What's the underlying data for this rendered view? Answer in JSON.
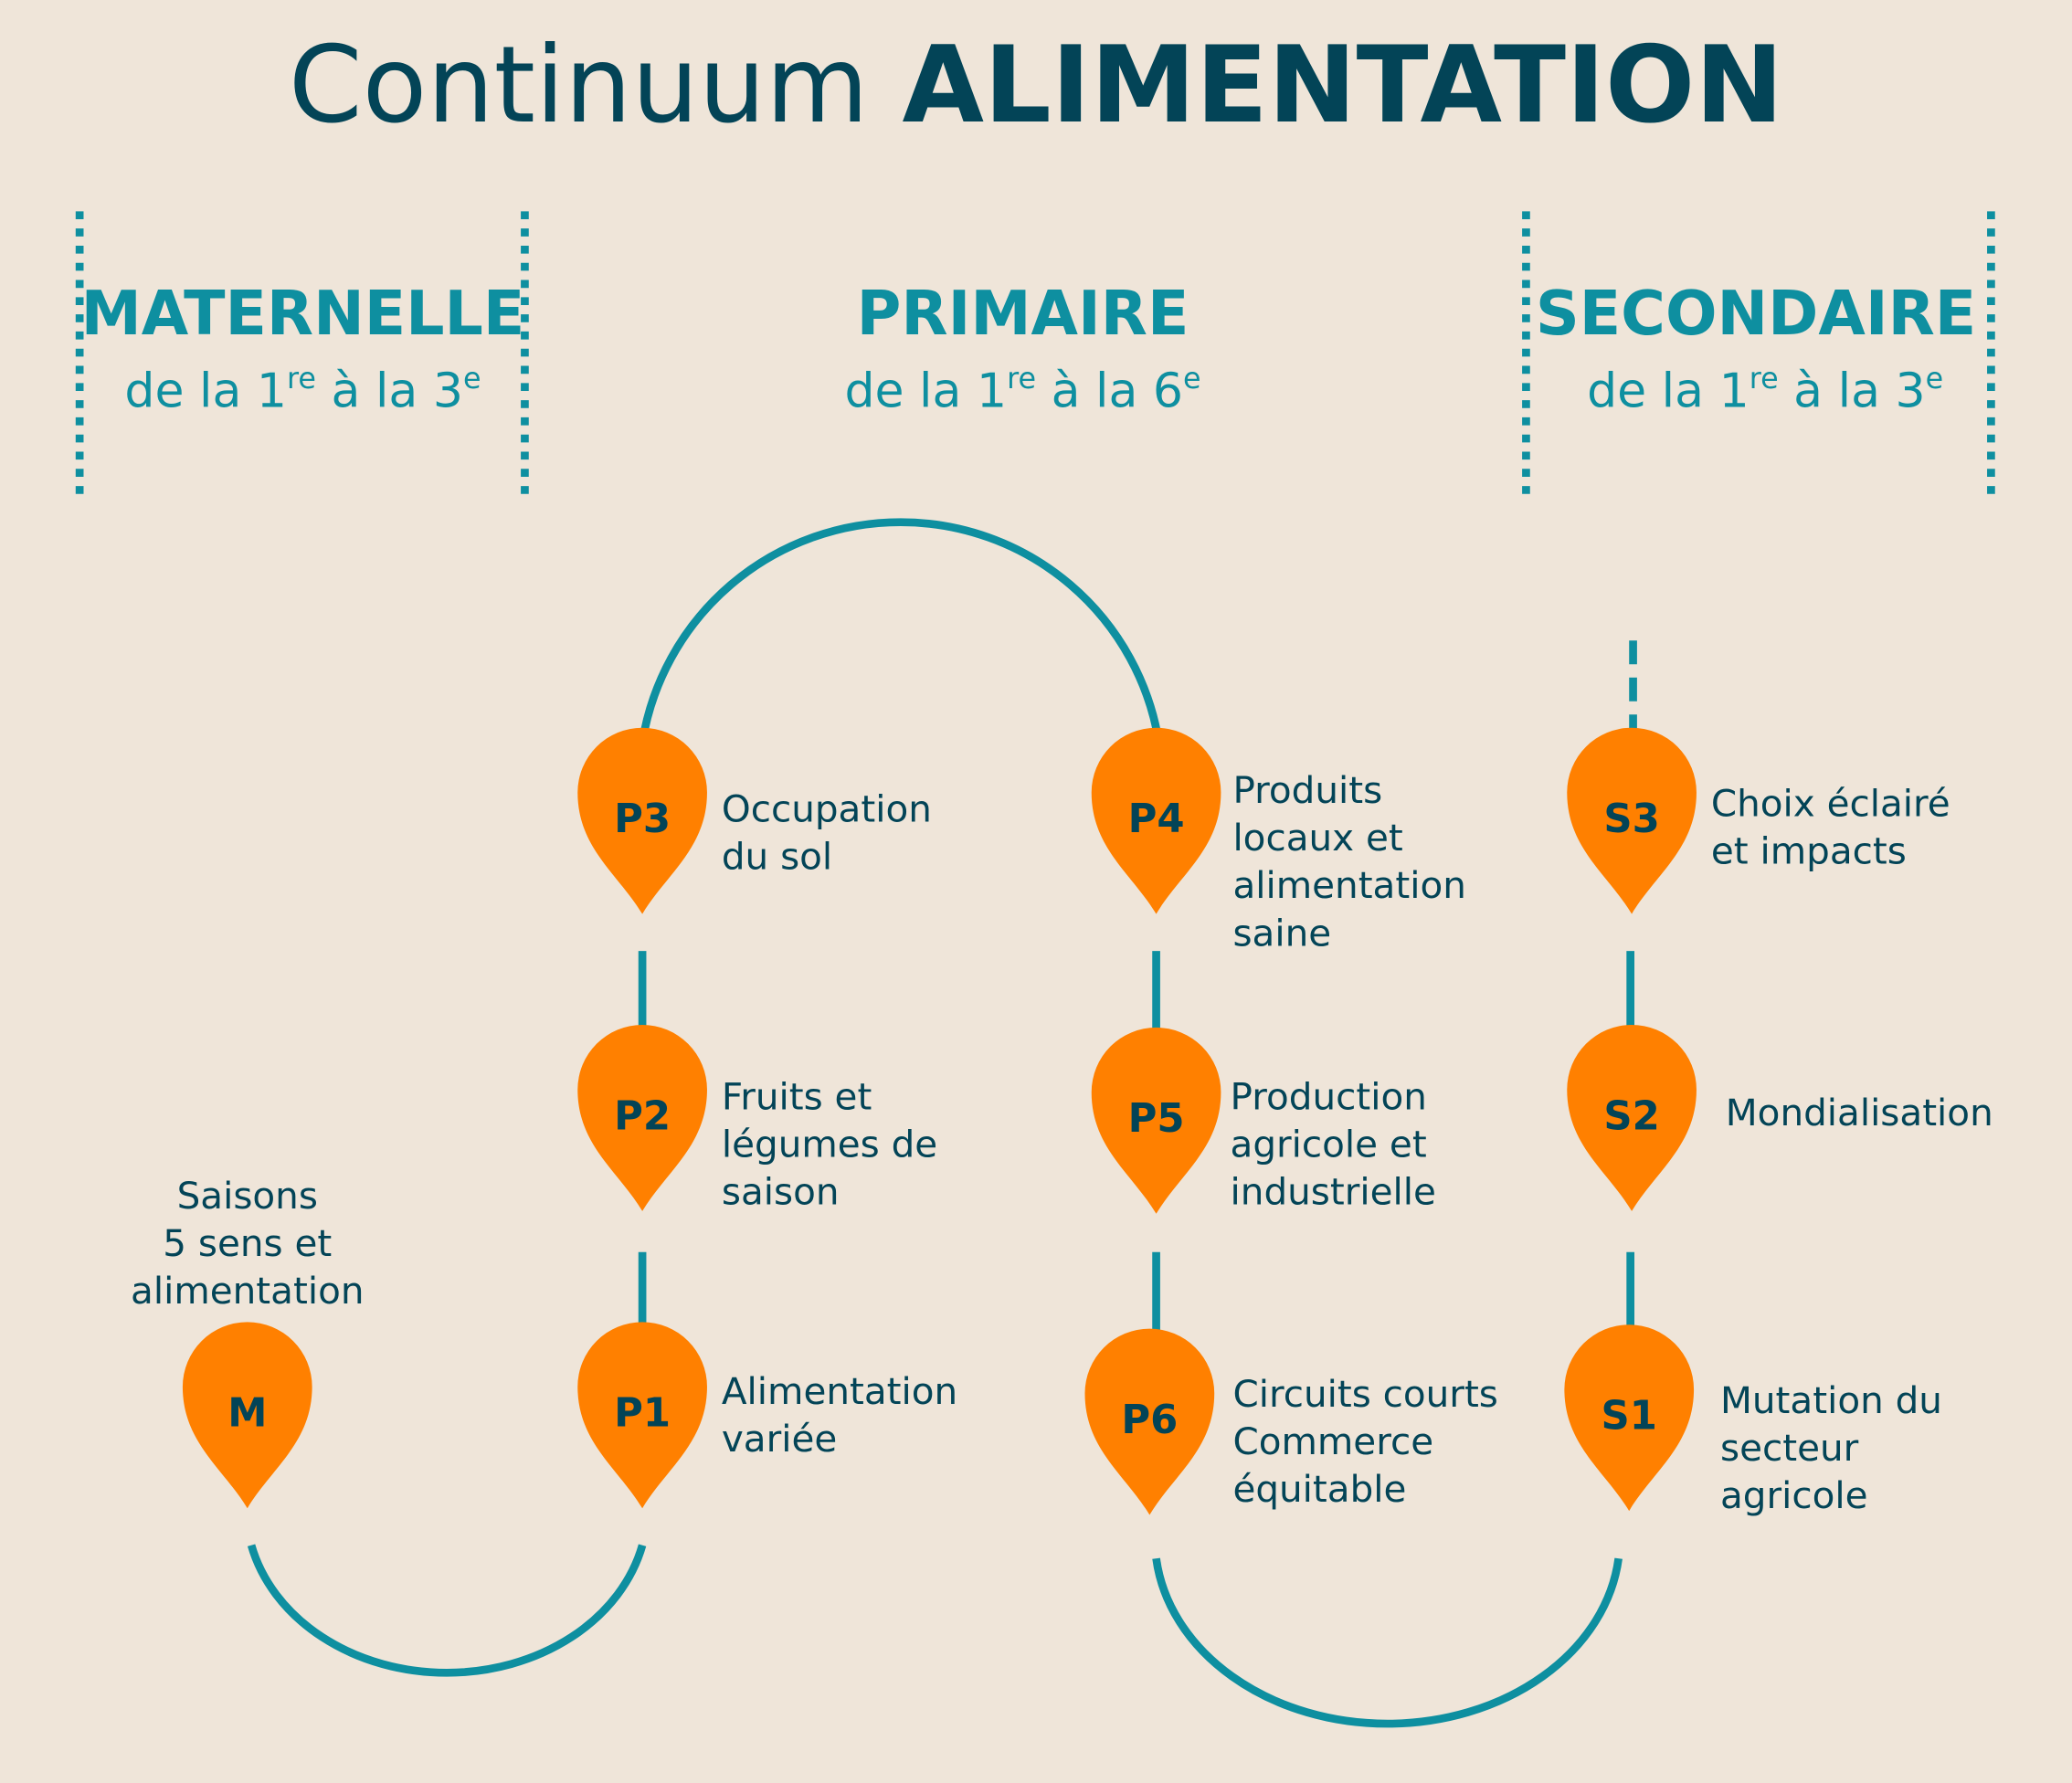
{
  "title": {
    "regular": "Continuum ",
    "bold": "ALIMENTATION"
  },
  "levels": [
    {
      "name": "MATERNELLE",
      "pre": "de la 1",
      "sup1": "re",
      "mid": " à la 3",
      "sup2": "e"
    },
    {
      "name": "PRIMAIRE",
      "pre": "de la 1",
      "sup1": "re",
      "mid": " à la 6",
      "sup2": "e"
    },
    {
      "name": "SECONDAIRE",
      "pre": "de la 1",
      "sup1": "re",
      "mid": " à la 3",
      "sup2": "e"
    }
  ],
  "colors": {
    "background": "#efe5d9",
    "dark": "#034457",
    "teal": "#0e8fa0",
    "orange": "#ff8000"
  },
  "steps": [
    {
      "code": "M",
      "lines": [
        "Saisons",
        "5 sens et",
        "alimentation"
      ]
    },
    {
      "code": "P1",
      "lines": [
        "Alimentation",
        "variée"
      ]
    },
    {
      "code": "P2",
      "lines": [
        "Fruits et",
        "légumes de",
        "saison"
      ]
    },
    {
      "code": "P3",
      "lines": [
        "Occupation",
        "du sol"
      ]
    },
    {
      "code": "P4",
      "lines": [
        "Produits",
        "locaux et",
        "alimentation",
        "saine"
      ]
    },
    {
      "code": "P5",
      "lines": [
        "Production",
        "agricole et",
        "industrielle"
      ]
    },
    {
      "code": "P6",
      "lines": [
        "Circuits courts",
        "Commerce",
        "équitable"
      ]
    },
    {
      "code": "S1",
      "lines": [
        "Mutation du",
        "secteur",
        "agricole"
      ]
    },
    {
      "code": "S2",
      "lines": [
        "Mondialisation"
      ]
    },
    {
      "code": "S3",
      "lines": [
        "Choix éclairé",
        "et impacts"
      ]
    }
  ]
}
